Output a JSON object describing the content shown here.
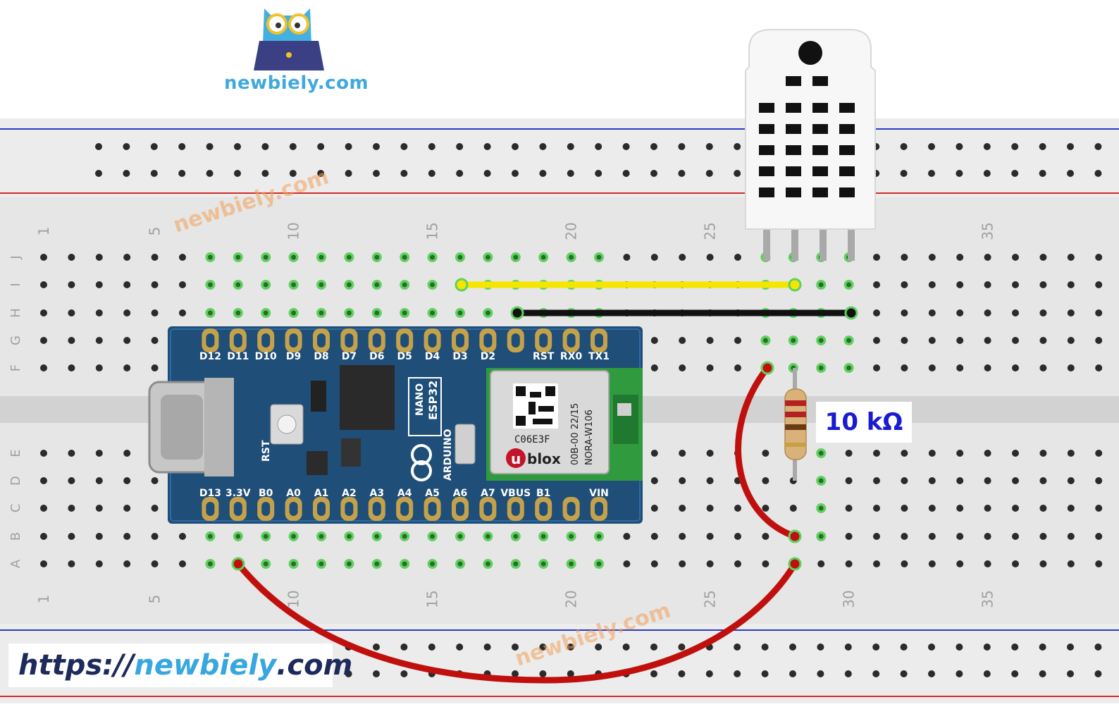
{
  "brand": {
    "logo_icon": "owl-with-laptop-icon",
    "site_name": "newbiely.com"
  },
  "footer": {
    "url_prefix": "https://",
    "url_name": "newbiely",
    "url_suffix": ".com"
  },
  "resistor": {
    "label": "10 kΩ"
  },
  "watermark": "newbiely.com",
  "breadboard": {
    "row_letters": [
      "J",
      "I",
      "H",
      "G",
      "F",
      "E",
      "D",
      "C",
      "B",
      "A"
    ],
    "column_numbers": [
      "1",
      "5",
      "10",
      "15",
      "20",
      "25",
      "30",
      "35"
    ]
  },
  "board": {
    "top_pins": [
      "D12",
      "D11",
      "D10",
      "D9",
      "D8",
      "D7",
      "D6",
      "D5",
      "D4",
      "D3",
      "D2",
      "",
      "RST",
      "RX0",
      "TX1"
    ],
    "bottom_pins": [
      "D13",
      "3.3V",
      "B0",
      "A0",
      "A1",
      "A2",
      "A3",
      "A4",
      "A5",
      "A6",
      "A7",
      "VBUS",
      "B1",
      "",
      "VIN"
    ],
    "rst_label": "RST",
    "model_line1": "NANO",
    "model_line2": "ESP32",
    "maker": "ARDUINO",
    "module_code": "C06E3F",
    "module_text1": "00B-00 22/15",
    "module_text2": "NORA-W106",
    "module_brand": "blox",
    "module_brand_u": "u"
  },
  "colors": {
    "board_blue": "#1f4e79",
    "wire_yellow": "#f5e600",
    "wire_black": "#111111",
    "wire_red": "#c0100e",
    "active_hole": "#5fd15f",
    "url_dark": "#1e2a5a",
    "url_light": "#39a7df",
    "resistor_label": "#1a1ad0"
  }
}
